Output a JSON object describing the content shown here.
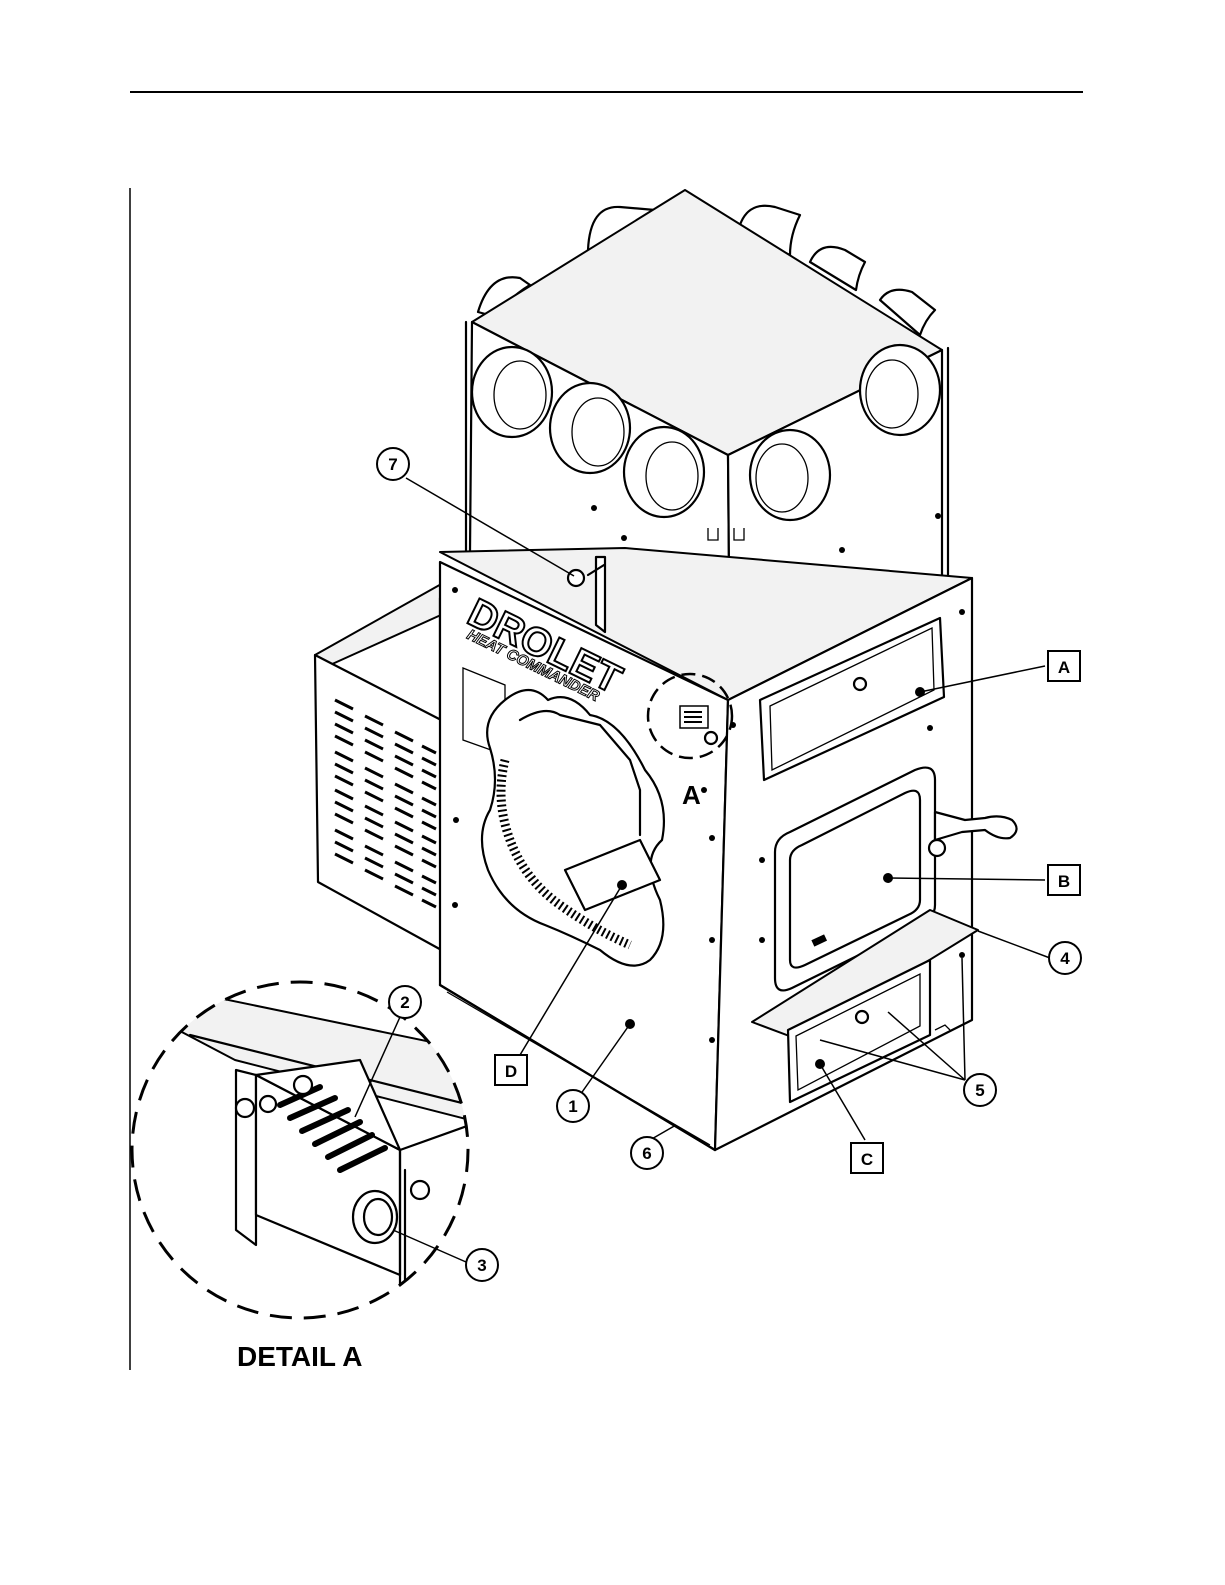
{
  "brand": {
    "name": "DROLET",
    "model": "HEAT COMMANDER"
  },
  "detail_view_marker": "A",
  "detail_title": "DETAIL A",
  "callouts": {
    "n1": "1",
    "n2": "2",
    "n3": "3",
    "n4": "4",
    "n5": "5",
    "n6": "6",
    "n7": "7",
    "la": "A",
    "lb": "B",
    "lc": "C",
    "ld": "D"
  }
}
